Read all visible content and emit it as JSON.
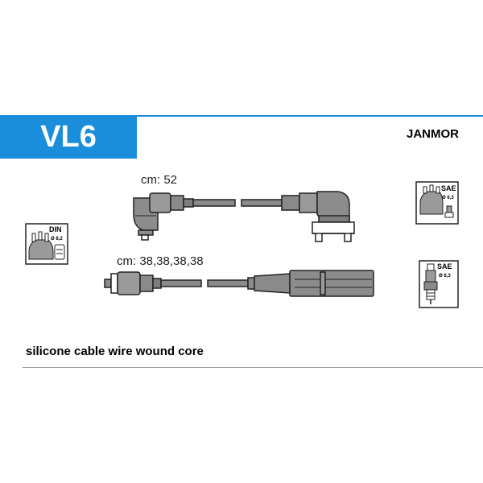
{
  "header": {
    "code": "VL6",
    "brand": "JANMOR",
    "accent_color": "#1a8ddb",
    "rule_color": "#1a8ddb"
  },
  "cables": [
    {
      "length_label": "cm: 52"
    },
    {
      "length_label": "cm: 38,38,38,38"
    }
  ],
  "connectors": {
    "left": {
      "standard": "DIN",
      "size": "Ø 8,2"
    },
    "right_top": {
      "standard": "SAE",
      "size": "Ø 6,3"
    },
    "right_bottom": {
      "standard": "SAE",
      "size": "Ø 6,3"
    }
  },
  "footer": {
    "description": "silicone cable wire wound core",
    "rule_color": "#9aa0a6"
  },
  "colors": {
    "cable_fill": "#8a8a8a",
    "boot_fill": "#8c8c8c",
    "outline": "#222222"
  }
}
